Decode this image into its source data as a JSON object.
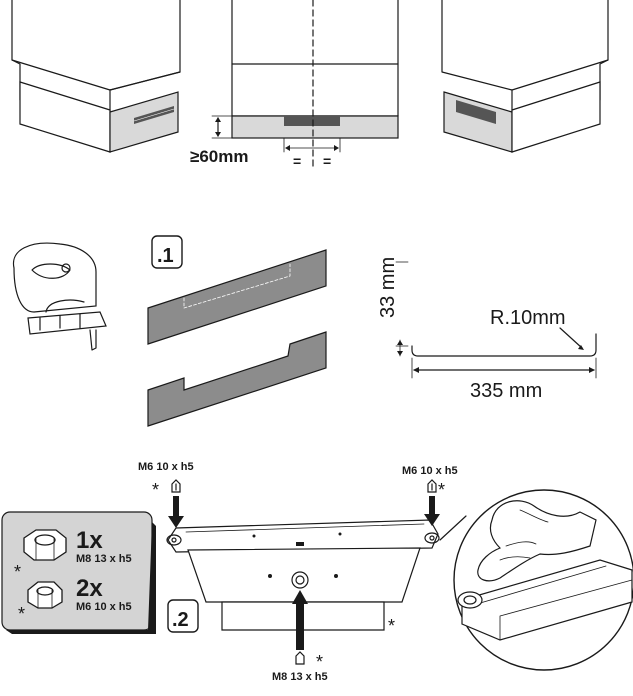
{
  "top": {
    "min_height_label": "≥60mm",
    "equal_left": "=",
    "equal_right": "="
  },
  "middle": {
    "step_label": ".1",
    "height_label": "33 mm",
    "radius_label": "R.10mm",
    "width_label": "335 mm"
  },
  "bottom": {
    "step_label": ".2",
    "screw_left_label": "M6 10 x h5",
    "screw_right_label": "M6 10 x h5",
    "screw_bottom_label": "M8 13 x h5",
    "asterisk": "*",
    "parts": [
      {
        "qty": "1x",
        "spec": "M8 13 x h5"
      },
      {
        "qty": "2x",
        "spec": "M6 10 x h5"
      }
    ]
  },
  "colors": {
    "line": "#1a1a1a",
    "panel_grey": "#8c8c8c",
    "plinth_grey": "#d9d9d9",
    "box_grey": "#d4d4d4"
  }
}
